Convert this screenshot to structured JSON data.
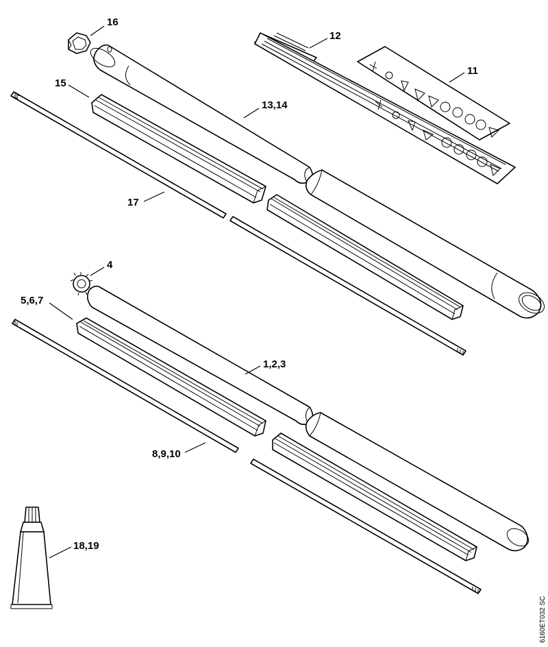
{
  "labels": {
    "p16": "16",
    "p12": "12",
    "p11": "11",
    "p15": "15",
    "p13_14": "13,14",
    "p17": "17",
    "p4": "4",
    "p5_6_7": "5,6,7",
    "p1_2_3": "1,2,3",
    "p8_9_10": "8,9,10",
    "p18_19": "18,19"
  },
  "drawing_code": "6160ET032 SC"
}
